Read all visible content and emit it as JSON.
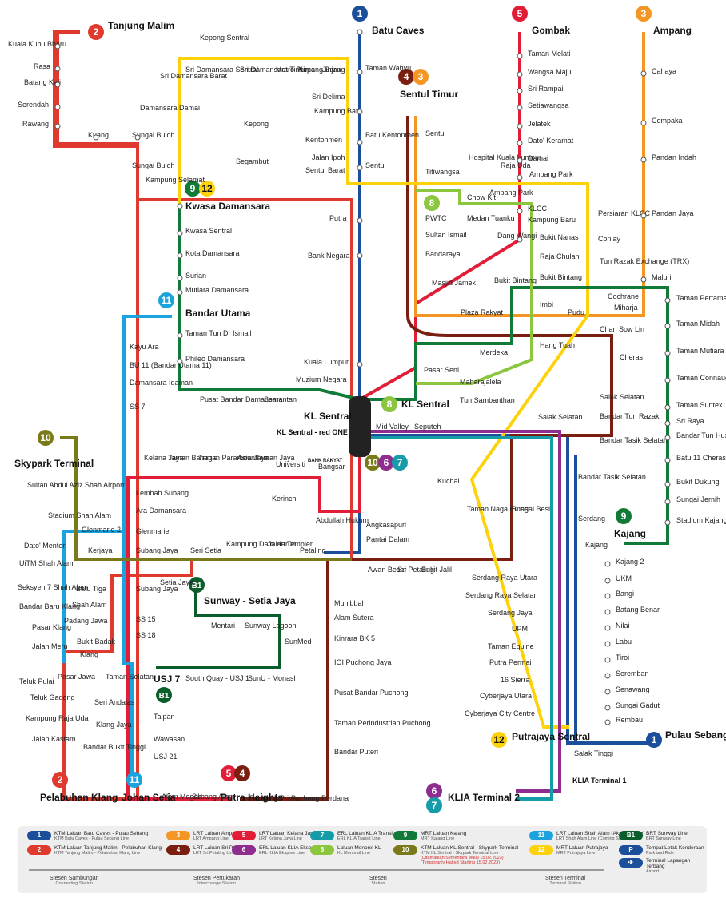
{
  "lines": {
    "l1": {
      "num": "1",
      "color": "#1b4f9c",
      "end1": "Batu Caves",
      "end2": "Pulau Sebang"
    },
    "l2": {
      "num": "2",
      "color": "#e03a2f",
      "end1": "Tanjung Malim",
      "end2": "Pelabuhan Klang"
    },
    "l3": {
      "num": "3",
      "color": "#f39623",
      "end1": "Ampang"
    },
    "l4": {
      "num": "4",
      "color": "#7b1e12"
    },
    "l5": {
      "num": "5",
      "color": "#e21d38",
      "end1": "Gombak"
    },
    "l8": {
      "num": "8",
      "color": "#8cc63f"
    },
    "l9": {
      "num": "9",
      "color": "#127a38",
      "end2": "Kajang"
    },
    "l10": {
      "num": "10",
      "color": "#7a7a1b"
    },
    "l11": {
      "num": "11",
      "color": "#1aa3dd"
    },
    "l12": {
      "num": "12",
      "color": "#fdd20b"
    },
    "b1": {
      "num": "B1",
      "color": "#0b5e2c"
    },
    "l6": {
      "num": "6",
      "color": "#8e2c8f"
    },
    "l7": {
      "num": "7",
      "color": "#159ca8"
    }
  },
  "titles": {
    "batu_caves": "Batu Caves",
    "gombak": "Gombak",
    "ampang": "Ampang",
    "tanjung_malim": "Tanjung Malim",
    "sentul_timur": "Sentul Timur",
    "kwasa": "Kwasa Damansara",
    "bandar_utama": "Bandar Utama",
    "kl_sentral": "KL Sentral",
    "kl_sentral_8": "KL Sentral",
    "skypark": "Skypark Terminal",
    "skypark_sub": "Sultan Abdul Aziz Shah Airport",
    "kajang": "Kajang",
    "pulau_sebang": "Pulau Sebang",
    "putrajaya_sentral": "Putrajaya Sentral",
    "klia2": "KLIA Terminal 2",
    "klia1": "KLIA Terminal 1",
    "putra_heights": "Putra Heights",
    "usj7": "USJ 7",
    "sunway": "Sunway - Setia Jaya",
    "johan_setia": "Johan Setia",
    "pelabuhan_klang": "Pelabuhan Klang",
    "kl_sentral_redone": "KL Sentral - red ONE",
    "bangsar_bank": "BANK RAKYAT",
    "bangsar": "Bangsar"
  },
  "stations": {
    "kuala_kubu": "Kuala Kubu Bharu",
    "rasa": "Rasa",
    "batang_kali": "Batang Kali",
    "serendah": "Serendah",
    "rawang": "Rawang",
    "kuang": "Kuang",
    "sungai_buloh": "Sungai Buloh",
    "sungai_buloh_b": "Sungai Buloh",
    "kepong_sentral": "Kepong Sentral",
    "sri_damansara_barat": "Sri Damansara Barat",
    "sri_damansara_sentral": "Sri Damansara Sentral",
    "sri_damansara_timur": "Sri Damansara Timur",
    "metro_prima": "Metro Prima",
    "kepong_baru": "Kepong Baru",
    "jinjang": "Jinjang",
    "sri_delima": "Sri Delima",
    "kampung_batu": "Kampung Batu",
    "kentonmen": "Kentonmen",
    "jalan_ipoh": "Jalan Ipoh",
    "sentul_barat": "Sentul Barat",
    "damansara_damai": "Damansara Damai",
    "kepong": "Kepong",
    "segambut": "Segambut",
    "kampung_selamat": "Kampung Selamat",
    "taman_wahyu": "Taman Wahyu",
    "batu_kentonmen": "Batu Kentonmen",
    "sentul": "Sentul",
    "sentul_4": "Sentul",
    "titiwangsa": "Titiwangsa",
    "pwtc": "PWTC",
    "sultan_ismail": "Sultan Ismail",
    "bandaraya": "Bandaraya",
    "putra": "Putra",
    "bank_negara": "Bank Negara",
    "masjid_jamek": "Masjid Jamek",
    "plaza_rakyat": "Plaza Rakyat",
    "merdeka": "Merdeka",
    "hang_tuah": "Hang Tuah",
    "pudu": "Pudu",
    "chan_sow_lin": "Chan Sow Lin",
    "cheras": "Cheras",
    "taman_melati": "Taman Melati",
    "wangsa_maju": "Wangsa Maju",
    "sri_rampai": "Sri Rampai",
    "setiawangsa": "Setiawangsa",
    "jelatek": "Jelatek",
    "dato_keramat": "Dato' Keramat",
    "damai": "Damai",
    "ampang_park": "Ampang Park",
    "ampang_park2": "Ampang Park",
    "klcc": "KLCC",
    "kampung_baru": "Kampung Baru",
    "dang_wangi": "Dang Wangi",
    "hospital_kl": "Hospital Kuala Lumpur",
    "raja_uda": "Raja Uda",
    "chow_kit": "Chow Kit",
    "medan_tuanku": "Medan Tuanku",
    "bukit_nanas": "Bukit Nanas",
    "raja_chulan": "Raja Chulan",
    "bukit_bintang": "Bukit Bintang",
    "bukit_bintang2": "Bukit Bintang",
    "imbi": "Imbi",
    "maharajalela": "Maharajalela",
    "tun_sambanthan": "Tun Sambanthan",
    "cahaya": "Cahaya",
    "cempaka": "Cempaka",
    "pandan_indah": "Pandan Indah",
    "pandan_jaya": "Pandan Jaya",
    "maluri": "Maluri",
    "persiaran_klcc": "Persiaran KLCC",
    "conlay": "Conlay",
    "tun_razak": "Tun Razak Exchange (TRX)",
    "cochrane": "Cochrane",
    "miharja": "Miharja",
    "taman_pertama": "Taman Pertama",
    "taman_midah": "Taman Midah",
    "taman_mutiara": "Taman Mutiara",
    "taman_connaught": "Taman Connaught",
    "taman_suntex": "Taman Suntex",
    "sri_raya": "Sri Raya",
    "bandar_tun_hussein": "Bandar Tun Hussein Onn",
    "batu_11_cheras": "Batu 11 Cheras",
    "bukit_dukung": "Bukit Dukung",
    "sungai_jernih": "Sungai Jernih",
    "stadium_kajang": "Stadium Kajang",
    "kwasa_sentral": "Kwasa Sentral",
    "kota_damansara": "Kota Damansara",
    "surian": "Surian",
    "mutiara_damansara": "Mutiara Damansara",
    "taman_tun": "Taman Tun Dr Ismail",
    "phileo": "Phileo Damansara",
    "pusat_bandar_damansara": "Pusat Bandar Damansara",
    "semantan": "Semantan",
    "muzium_negara": "Muzium Negara",
    "kuala_lumpur": "Kuala Lumpur",
    "pasar_seni": "Pasar Seni",
    "kayu_ara": "Kayu Ara",
    "bu11": "BU 11 (Bandar Utama 11)",
    "damansara_idaman": "Damansara Idaman",
    "ss7": "SS 7",
    "glenmarie2": "Glenmarie 2",
    "kerjaya": "Kerjaya",
    "stadium_shah_alam": "Stadium Shah Alam",
    "kelana_jaya": "Kelana Jaya",
    "taman_bahagia": "Taman Bahagia",
    "taman_paramount": "Taman Paramount",
    "asia_jaya": "Asia Jaya",
    "taman_jaya": "Taman Jaya",
    "universiti": "Universiti",
    "kerinchi": "Kerinchi",
    "abdullah_hukum": "Abdullah Hukum",
    "lembah_subang": "Lembah Subang",
    "ara_damansara": "Ara Damansara",
    "glenmarie": "Glenmarie",
    "subang_jaya": "Subang Jaya",
    "seri_setia": "Seri Setia",
    "kampung_dato_harun": "Kampung Dato Harun",
    "jalan_templer": "Jalan Templer",
    "petaling": "Petaling",
    "angkasapuri": "Angkasapuri",
    "pantai_dalam": "Pantai Dalam",
    "mid_valley": "Mid Valley",
    "seputeh": "Seputeh",
    "salak_selatan": "Salak Selatan",
    "salak_selatan2": "Salak Selatan",
    "bandar_tun_razak": "Bandar Tun Razak",
    "bandar_tasik_selatan": "Bandar Tasik Selatan",
    "bandar_tasik_selatan2": "Bandar Tasik Selatan",
    "kuchai": "Kuchai",
    "taman_naga_emas": "Taman Naga Emas",
    "sungai_besi": "Sungai Besi",
    "serdang": "Serdang",
    "kajang2": "Kajang 2",
    "kajang_ktm": "Kajang",
    "ukm": "UKM",
    "bangi": "Bangi",
    "batang_benar": "Batang Benar",
    "nilai": "Nilai",
    "labu": "Labu",
    "tiroi": "Tiroi",
    "seremban": "Seremban",
    "senawang": "Senawang",
    "sungai_gadut": "Sungai Gadut",
    "rembau": "Rembau",
    "salak_tinggi": "Salak Tinggi",
    "awan_besar": "Awan Besar",
    "sri_petaling": "Sri Petaling",
    "bukit_jalil": "Bukit Jalil",
    "muhibbah": "Muhibbah",
    "alam_sutera": "Alam Sutera",
    "kinrara": "Kinrara BK 5",
    "ioi_puchong": "IOI Puchong Jaya",
    "pusat_bandar_puchong": "Pusat Bandar Puchong",
    "taman_perindustrian_puchong": "Taman Perindustrian Puchong",
    "bandar_puteri": "Bandar Puteri",
    "puchong_prima": "Puchong Prima",
    "puchong_perdana": "Puchong Perdana",
    "serdang_raya_utara": "Serdang Raya Utara",
    "serdang_raya_selatan": "Serdang Raya Selatan",
    "serdang_jaya": "Serdang Jaya",
    "upm": "UPM",
    "taman_equine": "Taman Equine",
    "putra_permai": "Putra Permai",
    "16_sierra": "16 Sierra",
    "cyberjaya_utara": "Cyberjaya Utara",
    "cyberjaya_city": "Cyberjaya City Centre",
    "batu_tiga": "Batu Tiga",
    "shah_alam": "Shah Alam",
    "padang_jawa": "Padang Jawa",
    "bukit_badak": "Bukit Badak",
    "klang": "Klang",
    "teluk_pulai": "Teluk Pulai",
    "teluk_gadong": "Teluk Gadong",
    "kampung_raja_uda": "Kampung Raja Uda",
    "jalan_kastam": "Jalan Kastam",
    "dato_menteri": "Dato' Menteri",
    "uitm": "UiTM Shah Alam",
    "seksyen7": "Seksyen 7 Shah Alam",
    "bandar_baru_klang": "Bandar Baru Klang",
    "pasar_klang": "Pasar Klang",
    "jalan_meru": "Jalan Meru",
    "pasar_jawa": "Pasar Jawa",
    "taman_selatan": "Taman Selatan",
    "seri_andalas": "Seri Andalas",
    "klang_jaya": "Klang Jaya",
    "bandar_bukit_tinggi": "Bandar Bukit Tinggi",
    "ss15": "SS 15",
    "ss18": "SS 18",
    "subang_jaya_b": "Subang Jaya",
    "setia_jaya": "Setia Jaya",
    "mentari": "Mentari",
    "sunway_lagoon": "Sunway Lagoon",
    "sunmed": "SunMed",
    "south_quay": "South Quay - USJ 1",
    "sunu_monash": "SunU - Monash",
    "taipan": "Taipan",
    "wawasan": "Wawasan",
    "usj21": "USJ 21",
    "alam_megah": "Alam Megah",
    "subang_alam": "Subang Alam"
  },
  "legend": {
    "items": [
      {
        "chip": "1",
        "color": "#1b4f9c",
        "t1": "KTM Laluan Batu Caves - Pulau Sebang",
        "t2": "KTM Batu Caves - Pulau Sebang Line"
      },
      {
        "chip": "2",
        "color": "#e03a2f",
        "t1": "KTM Laluan Tanjung Malim - Pelabuhan Klang",
        "t2": "KTM Tanjung Malim - Pelabuhan Klang Line"
      },
      {
        "chip": "3",
        "color": "#f39623",
        "t1": "LRT Laluan Ampang",
        "t2": "LRT Ampang Line"
      },
      {
        "chip": "4",
        "color": "#7b1e12",
        "t1": "LRT Laluan Sri Petaling",
        "t2": "LRT Sri Petaling Line"
      },
      {
        "chip": "5",
        "color": "#e21d38",
        "t1": "LRT Laluan Kelana Jaya",
        "t2": "LRT Kelana Jaya Line"
      },
      {
        "chip": "6",
        "color": "#8e2c8f",
        "t1": "ERL Laluan KLIA Ekspres",
        "t2": "ERL KLIA Ekspres Line"
      },
      {
        "chip": "7",
        "color": "#159ca8",
        "t1": "ERL Laluan KLIA Transit",
        "t2": "ERL KLIA Transit Line"
      },
      {
        "chip": "8",
        "color": "#8cc63f",
        "t1": "Laluan Monorel KL",
        "t2": "KL Monorail Line"
      },
      {
        "chip": "9",
        "color": "#127a38",
        "t1": "MRT Laluan Kajang",
        "t2": "MRT Kajang Line"
      },
      {
        "chip": "10",
        "color": "#7a7a1b",
        "t1": "KTM Laluan KL Sentral - Skypark Terminal",
        "t2": "KTM KL Sentral - Skypark Terminal Line",
        "warn1": "(Ditamatkan Sementara Mulai 15.02.2023)",
        "warn2": "(Temporarily Halted Starting 15.02.2023)"
      },
      {
        "chip": "11",
        "color": "#1aa3dd",
        "t1": "LRT Laluan Shah Alam (Akan Datang)",
        "t2": "LRT Shah Alam Line (Coming Soon)"
      },
      {
        "chip": "12",
        "color": "#fdd20b",
        "t1": "MRT Laluan Putrajaya",
        "t2": "MRT Putrajaya Line"
      },
      {
        "chip": "B1",
        "color": "#0b5e2c",
        "t1": "BRT Sunway Line",
        "t2": "BRT Sunway Line"
      },
      {
        "chip": "P",
        "color": "#1b4f9c",
        "t1": "Tempat Letak Kenderaan",
        "t2": "Park and Ride"
      },
      {
        "chip": "✈",
        "color": "#1b4f9c",
        "t1": "Terminal Lapangan Terbang",
        "t2": "Airport"
      }
    ],
    "keys": [
      {
        "t1": "Stesen Sambungan",
        "t2": "Connecting Station"
      },
      {
        "t1": "Stesen Pertukaran",
        "t2": "Interchange Station"
      },
      {
        "t1": "Stesen",
        "t2": "Station"
      },
      {
        "t1": "Stesen Terminal",
        "t2": "Terminal Station"
      }
    ]
  }
}
